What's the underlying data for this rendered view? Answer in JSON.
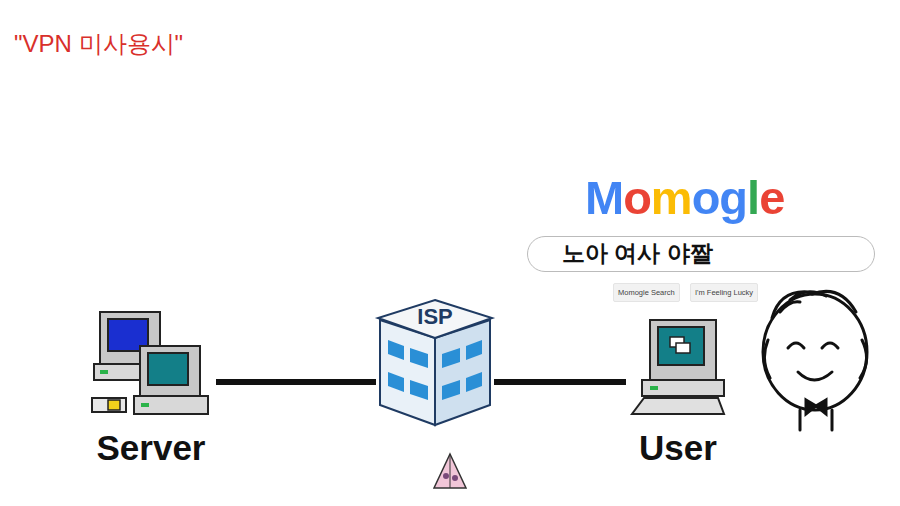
{
  "diagram": {
    "title": "\"VPN 미사용시\"",
    "nodes": [
      {
        "text": [
          "Server"
        ]
      },
      {
        "text": [
          "ISP"
        ]
      },
      {
        "text": [
          "User"
        ]
      },
      {
        "text": [
          "노아 여사 야짤"
        ]
      },
      {
        "text": [
          "Momogle Search"
        ]
      },
      {
        "text": [
          "I'm Feeling Lucky"
        ]
      }
    ],
    "edges": [
      {
        "from": 0,
        "to": 1,
        "arrow": "none"
      },
      {
        "from": 1,
        "to": 2,
        "arrow": "none"
      }
    ],
    "labels": [
      "Momogle"
    ]
  }
}
